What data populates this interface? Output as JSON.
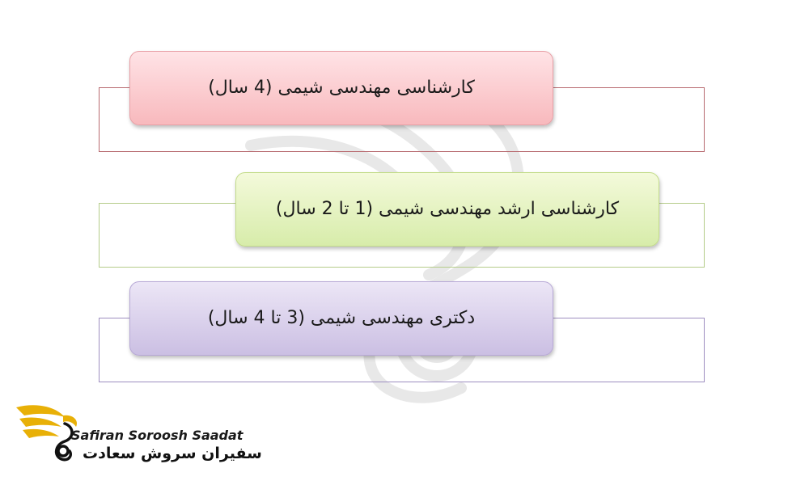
{
  "diagram": {
    "items": [
      {
        "label": "کارشناسی مهندسی شیمی (4 سال)",
        "color": "#f8b9bd"
      },
      {
        "label": "کارشناسی ارشد مهندسی شیمی (1 تا 2 سال)",
        "color": "#d7ecaa"
      },
      {
        "label": "دکتری مهندسی شیمی (3 تا 4 سال)",
        "color": "#cbbfe3"
      }
    ]
  },
  "logo": {
    "name_en": "Safiran Soroosh Saadat",
    "name_fa": "سفیران سروش سعادت",
    "icon": "golden-bird-icon"
  },
  "watermark": {
    "icon": "bird-watermark-icon"
  }
}
